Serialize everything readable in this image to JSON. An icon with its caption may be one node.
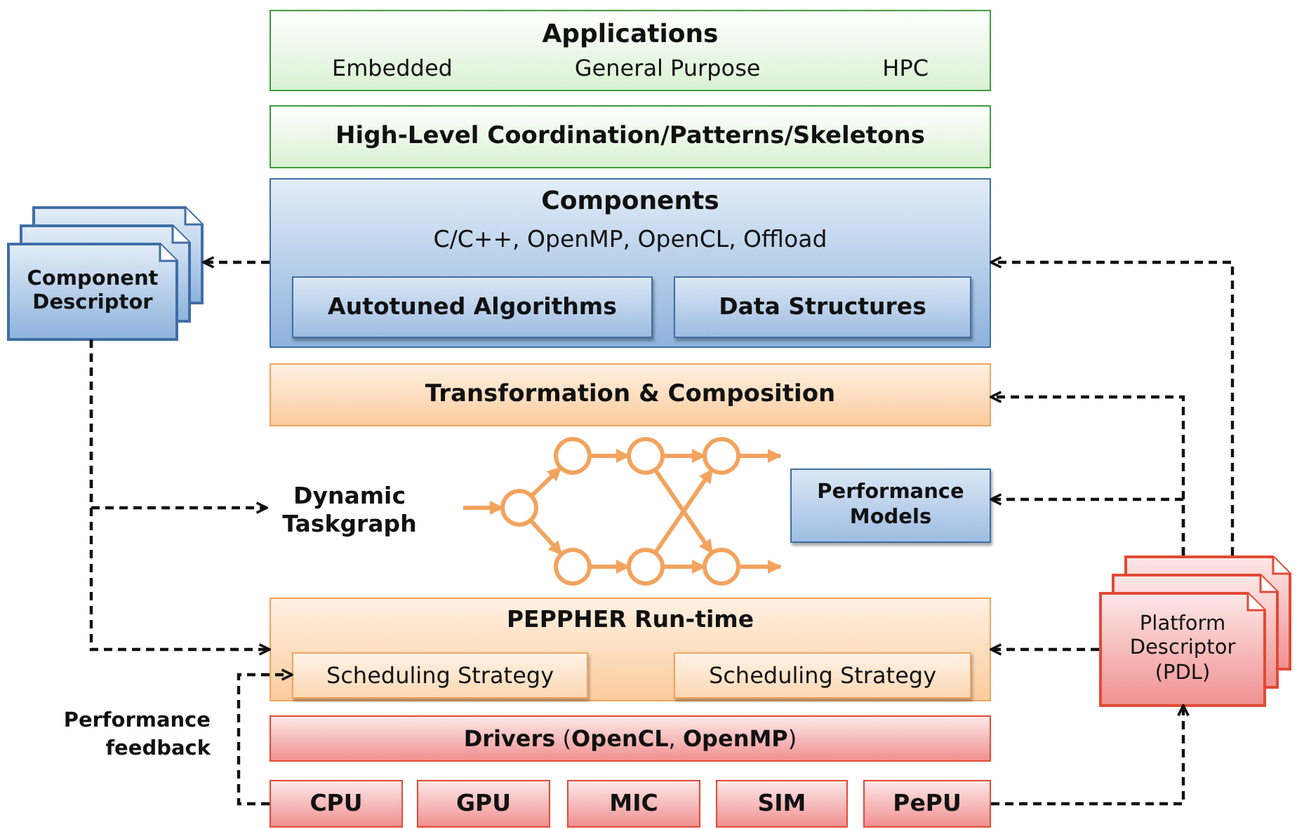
{
  "diagram": {
    "nodes": [
      {
        "text": [
          "Applications",
          "Embedded",
          "General Purpose",
          "HPC"
        ]
      },
      {
        "text": [
          "High-Level Coordination/Patterns/Skeletons"
        ]
      },
      {
        "text": [
          "Components",
          "C/C++, OpenMP, OpenCL, Offload"
        ]
      },
      {
        "text": [
          "Autotuned Algorithms"
        ],
        "in": 2
      },
      {
        "text": [
          "Data Structures"
        ],
        "in": 2
      },
      {
        "text": [
          "Transformation & Composition"
        ]
      },
      {
        "text": [
          "Component Descriptor"
        ]
      },
      {
        "text": [
          "Dynamic Taskgraph"
        ]
      },
      {
        "text": [
          "Performance Models"
        ]
      },
      {
        "text": [
          "PEPPHER Run-time"
        ]
      },
      {
        "text": [
          "Scheduling Strategy"
        ],
        "in": 9
      },
      {
        "text": [
          "Scheduling Strategy"
        ],
        "in": 9
      },
      {
        "text": [
          "**Drivers** (**OpenCL**, **OpenMP**)"
        ]
      },
      {
        "text": [
          "CPU"
        ]
      },
      {
        "text": [
          "GPU"
        ]
      },
      {
        "text": [
          "MIC"
        ]
      },
      {
        "text": [
          "SIM"
        ]
      },
      {
        "text": [
          "PePU"
        ]
      },
      {
        "text": [
          "Platform Descriptor (PDL)"
        ]
      }
    ],
    "edges": [
      {
        "from": 2,
        "to": 6,
        "arrow": "to",
        "style": "dashed"
      },
      {
        "from": 6,
        "to": 7,
        "arrow": "to",
        "style": "dashed"
      },
      {
        "from": 6,
        "to": 9,
        "arrow": "to",
        "style": "dashed"
      },
      {
        "from": 13,
        "to": 10,
        "arrow": "to",
        "style": "dashed"
      },
      {
        "from": 17,
        "to": 18,
        "arrow": "to",
        "style": "dashed"
      },
      {
        "from": 18,
        "to": 2,
        "arrow": "to",
        "style": "dashed"
      },
      {
        "from": 18,
        "to": 5,
        "arrow": "to",
        "style": "dashed"
      },
      {
        "from": 18,
        "to": 8,
        "arrow": "to",
        "style": "dashed"
      },
      {
        "from": 18,
        "to": 9,
        "arrow": "to",
        "style": "dashed"
      }
    ],
    "labels": [
      "Performance feedback"
    ]
  }
}
